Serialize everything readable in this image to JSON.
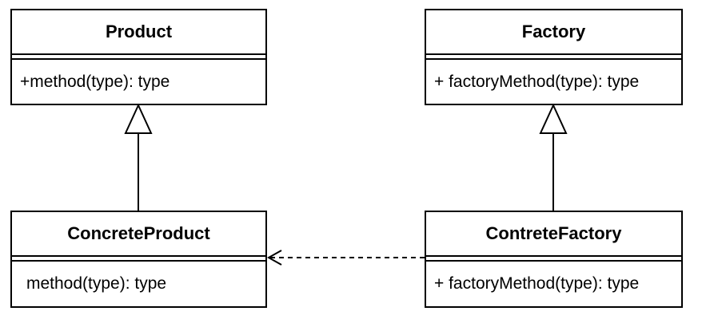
{
  "classes": {
    "product": {
      "name": "Product",
      "method": "+method(type): type"
    },
    "factory": {
      "name": "Factory",
      "method": "+ factoryMethod(type): type"
    },
    "concrete_product": {
      "name": "ConcreteProduct",
      "method": "method(type): type"
    },
    "contrete_factory": {
      "name": "ContreteFactory",
      "method": "+ factoryMethod(type): type"
    }
  },
  "relations": [
    {
      "type": "generalization",
      "from": "ConcreteProduct",
      "to": "Product"
    },
    {
      "type": "generalization",
      "from": "ContreteFactory",
      "to": "Factory"
    },
    {
      "type": "dependency",
      "from": "ContreteFactory",
      "to": "ConcreteProduct"
    }
  ],
  "colors": {
    "line": "#000000",
    "background": "#ffffff"
  }
}
